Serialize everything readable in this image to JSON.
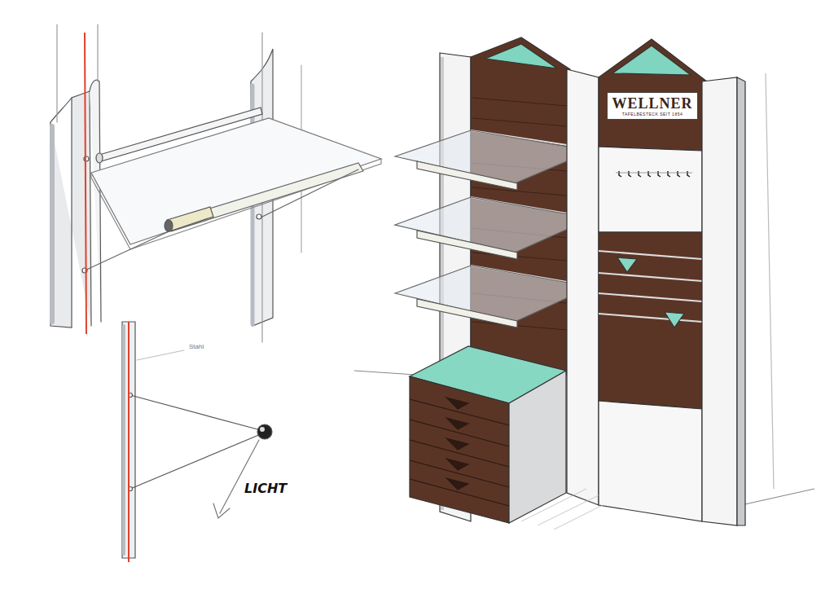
{
  "diagram": {
    "nodes": [
      {
        "text": [
          "WELLNER",
          "TAFELBESTECK SEIT 1854"
        ]
      }
    ],
    "labels": [
      "Stahl",
      "LICHT"
    ]
  }
}
